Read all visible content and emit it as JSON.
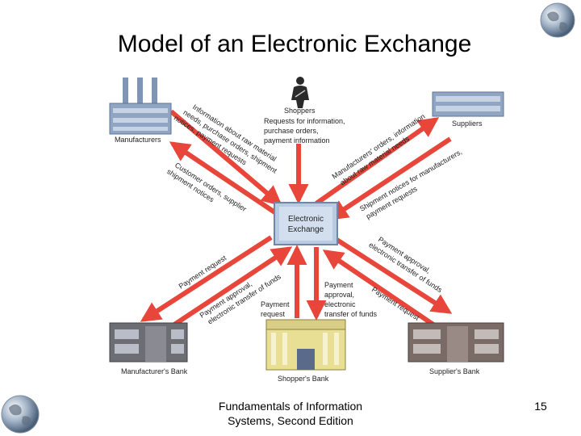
{
  "slide": {
    "title": "Model of an Electronic Exchange",
    "footer_line1": "Fundamentals of Information",
    "footer_line2": "Systems, Second Edition",
    "page_number": "15"
  },
  "diagram": {
    "hub": {
      "line1": "Electronic",
      "line2": "Exchange"
    },
    "nodes": {
      "manufacturers": "Manufacturers",
      "shoppers": "Shoppers",
      "suppliers": "Suppliers",
      "manufacturers_bank": "Manufacturer's Bank",
      "shoppers_bank": "Shopper's Bank",
      "suppliers_bank": "Supplier's Bank"
    },
    "flows": {
      "shopper_to_hub": [
        "Requests for information,",
        "purchase orders,",
        "payment information"
      ],
      "manufacturer_to_hub_1": [
        "Information about raw material",
        "needs, purchase orders, shipment",
        "notices, payment requests"
      ],
      "hub_to_manufacturer": [
        "Customer orders, supplier",
        "shipment notices"
      ],
      "hub_to_supplier": [
        "Manufacturers' orders, information",
        "about raw material needs"
      ],
      "supplier_to_hub": [
        "Shipment notices for manufacturers,",
        "payment requests"
      ],
      "hub_to_mbank_1": "Payment request",
      "mbank_to_hub": [
        "Payment approval,",
        "electronic transfer of funds"
      ],
      "hub_to_sbank": [
        "Payment",
        "approval,",
        "electronic",
        "transfer of funds"
      ],
      "sbank_to_hub": [
        "Payment",
        "request"
      ],
      "hub_to_supbank_1": [
        "Payment approval,",
        "electronic transfer of funds"
      ],
      "supbank_to_hub": "Payment request"
    }
  },
  "colors": {
    "arrow": "#e8463a",
    "hub_fill": "#b9cbe0",
    "hub_border": "#6f86a8",
    "building_blue": "#7f95b5",
    "bank_dark": "#6d6d74",
    "bank_yellow": "#e9df94"
  }
}
